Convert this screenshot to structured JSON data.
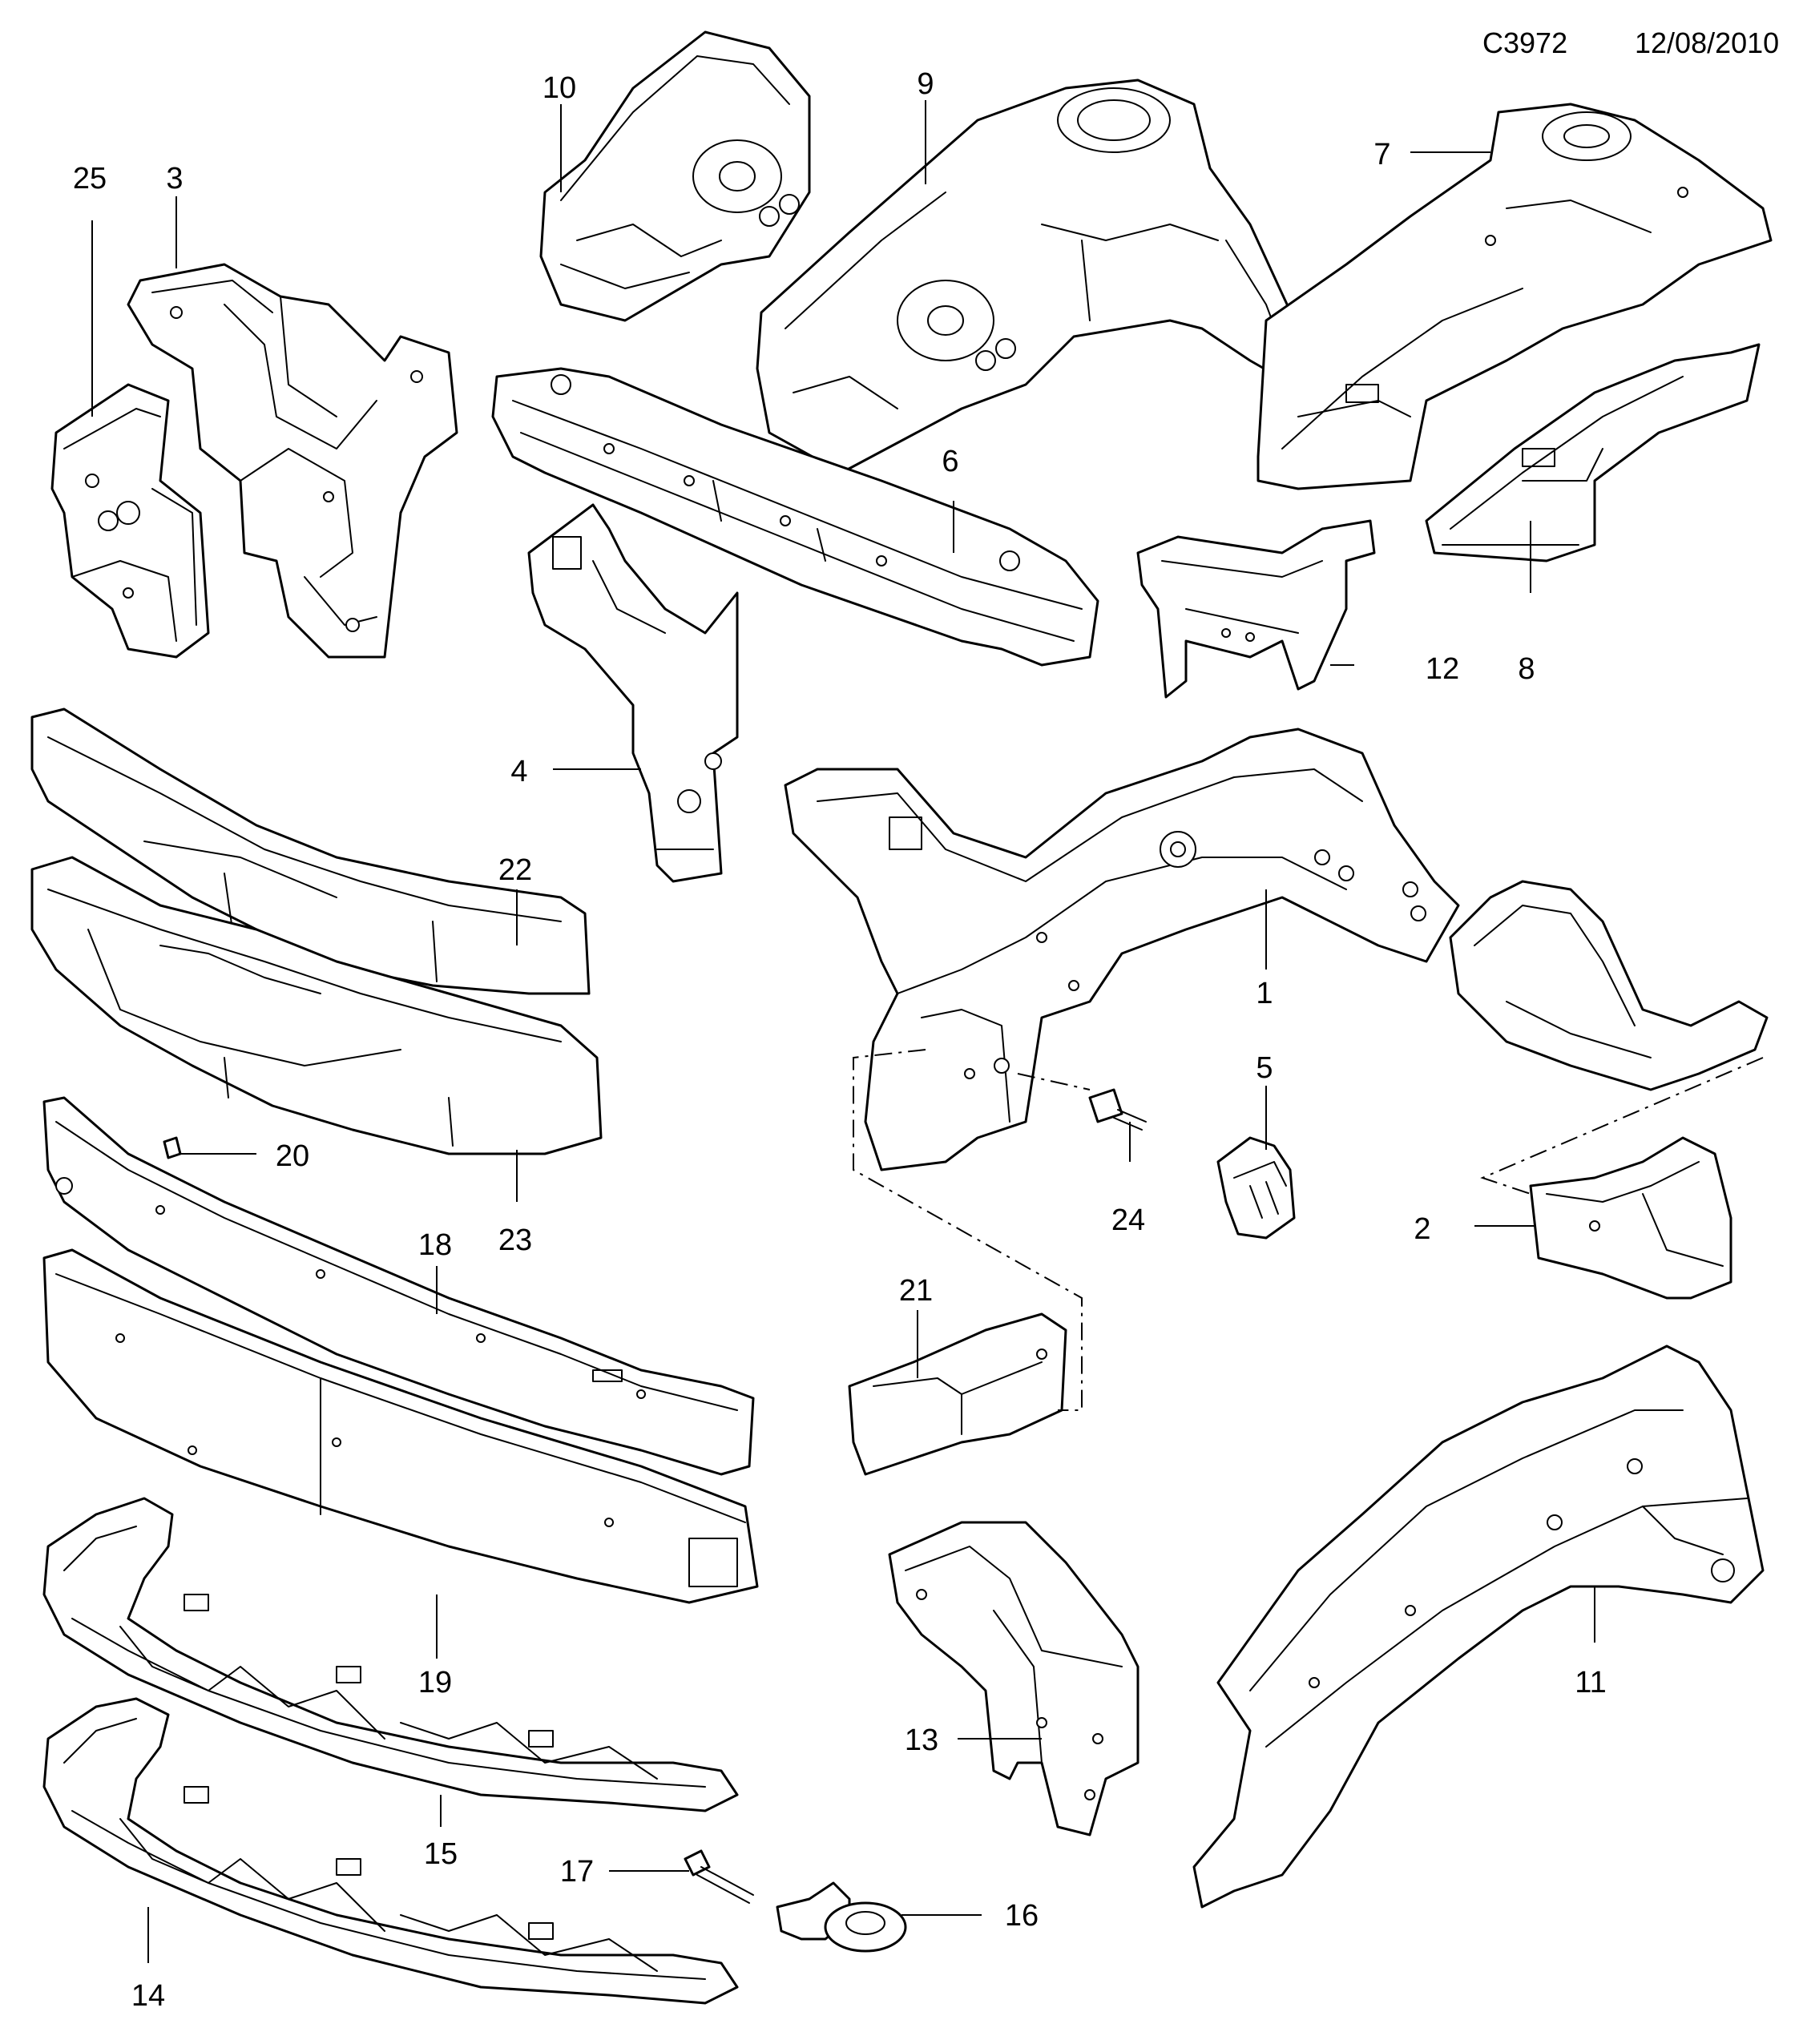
{
  "header": {
    "diagram_code": "C3972",
    "date": "12/08/2010"
  },
  "callouts": [
    {
      "id": "c1",
      "label": "1"
    },
    {
      "id": "c2",
      "label": "2"
    },
    {
      "id": "c3",
      "label": "3"
    },
    {
      "id": "c4",
      "label": "4"
    },
    {
      "id": "c5",
      "label": "5"
    },
    {
      "id": "c6",
      "label": "6"
    },
    {
      "id": "c7",
      "label": "7"
    },
    {
      "id": "c8",
      "label": "8"
    },
    {
      "id": "c9",
      "label": "9"
    },
    {
      "id": "c10",
      "label": "10"
    },
    {
      "id": "c11",
      "label": "11"
    },
    {
      "id": "c12",
      "label": "12"
    },
    {
      "id": "c13",
      "label": "13"
    },
    {
      "id": "c14",
      "label": "14"
    },
    {
      "id": "c15",
      "label": "15"
    },
    {
      "id": "c16",
      "label": "16"
    },
    {
      "id": "c17",
      "label": "17"
    },
    {
      "id": "c18",
      "label": "18"
    },
    {
      "id": "c19",
      "label": "19"
    },
    {
      "id": "c20",
      "label": "20"
    },
    {
      "id": "c21",
      "label": "21"
    },
    {
      "id": "c22",
      "label": "22"
    },
    {
      "id": "c23",
      "label": "23"
    },
    {
      "id": "c24",
      "label": "24"
    },
    {
      "id": "c25",
      "label": "25"
    }
  ]
}
